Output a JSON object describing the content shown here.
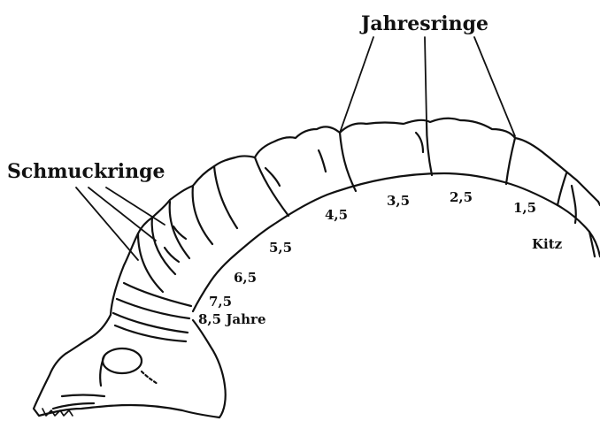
{
  "labels": {
    "jahresringe": "Jahresringe",
    "schmuckringe": "Schmuckringe",
    "kitz": "Kitz",
    "age_1_5": "1,5",
    "age_2_5": "2,5",
    "age_3_5": "3,5",
    "age_4_5": "4,5",
    "age_5_5": "5,5",
    "age_6_5": "6,5",
    "age_7_5": "7,5",
    "age_8_5": "8,5 Jahre"
  },
  "colors": {
    "ink": "#111111",
    "background": "#ffffff"
  }
}
